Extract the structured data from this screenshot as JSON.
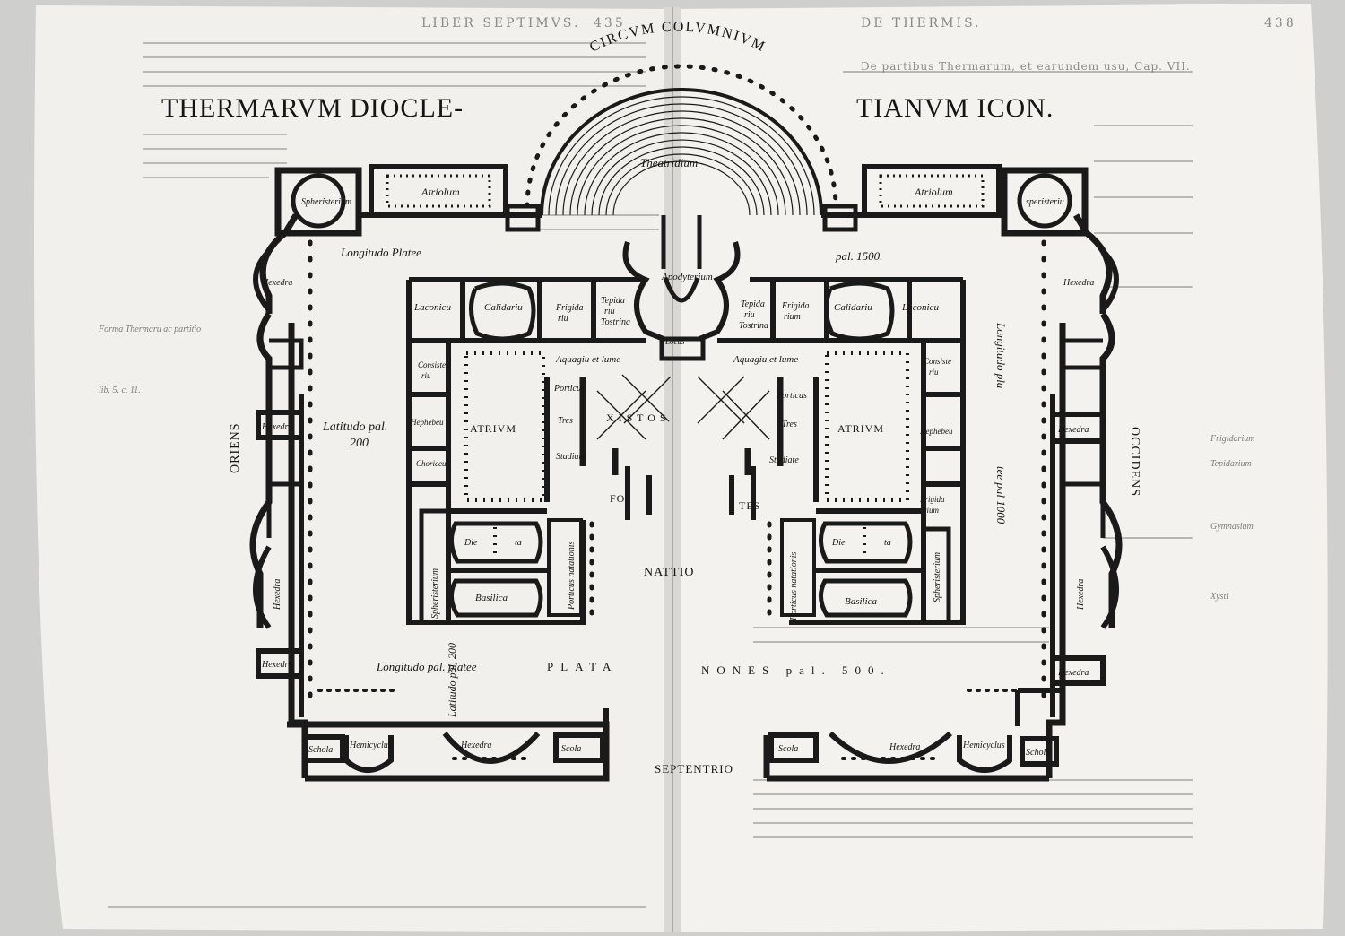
{
  "running_heads": {
    "left": "LIBER SEPTIMVS.",
    "left_page": "435",
    "right": "DE THERMIS.",
    "right_page": "438",
    "right_sub": "De partibus Thermarum, et earundem usu, Cap. VII."
  },
  "title": {
    "left": "THERMARVM DIOCLE-",
    "right": "TIANVM ICON."
  },
  "arc_label": "CIRCVM COLVMNIVM",
  "directions": {
    "west": "ORIENS",
    "east": "OCCIDENS",
    "south": "SEPTENTRIO"
  },
  "rooms": {
    "theatridium": "Theatridium",
    "spheristerium_left": "Spheristerium",
    "spheristerium_right": "speristeriu",
    "atriolum_left": "Atriolum",
    "atriolum_right": "Atriolum",
    "apodyterium": "Apodyterium",
    "laconicum_left": "Laconicu",
    "caldarium_left": "Calidariu",
    "frigidarium_left_1": "Frigida",
    "frigidarium_left_2": "riu",
    "tepidarium_left_1": "Tepida",
    "tepidarium_left_2": "riu",
    "tepidarium_left_3": "Tostrina",
    "laconicum_right": "Laconicu",
    "caldarium_right": "Calidariu",
    "frigidarium_right_1": "Frigida",
    "frigidarium_right_2": "rium",
    "tepidarium_right_1": "Tepida",
    "tepidarium_right_2": "riu",
    "tepidarium_right_3": "Tostrina",
    "locus": "Locus",
    "aquagium_left": "Aquagiu et lume",
    "aquagium_right": "Aquagiu et lume",
    "consisterium_1": "Consiste",
    "consisterium_2": "riu",
    "ephebeum": "Hephebeu",
    "choriceum": "Choriceu",
    "atrium": "ATRIVM",
    "porticus_1": "Porticus",
    "porticus_2": "Tres",
    "porticus_3": "Stadiate",
    "xistos": "X I S T O S",
    "fontes_1": "FO",
    "fontes_2": "TES",
    "natatio": "NATTIO",
    "porticus_natationis": "Porticus natationis",
    "dieta_1": "Die",
    "dieta_2": "ta",
    "basilica": "Basilica",
    "spheristerium_side": "Spheristerium",
    "frigidarium_small_1": "Frigida",
    "frigidarium_small_2": "rium",
    "hexedra": "Hexedra",
    "hemicyclus": "Hemicyclus",
    "scola": "Scola",
    "schola": "Schola"
  },
  "dimensions": {
    "longitudo_top_1": "Longitudo Platee",
    "longitudo_top_2": "pal. 1500.",
    "latitudo_1": "Latitudo pal.",
    "latitudo_2": "200",
    "longitudo_right": "Longitudo pla",
    "longitudo_right_2": "tee pal 1000",
    "latitudo_bottom": "Latitudo pal. 200",
    "longitudo_bottom_1": "Longitudo pal. platee",
    "longitudo_bottom_2": "PLATA",
    "longitudo_bottom_3": "NONES pal. 500."
  },
  "margin_notes": {
    "n1": "Forma Thermaru ac partitio",
    "n2": "lib. 5. c. 11.",
    "n3": "Frigidarium",
    "n4": "Tepidarium",
    "n5": "Gymnasium",
    "n6": "Xysti"
  },
  "colors": {
    "paper": "#f2f1ed",
    "ink": "#1a1a1a",
    "bleed": "#b9b9b6"
  }
}
